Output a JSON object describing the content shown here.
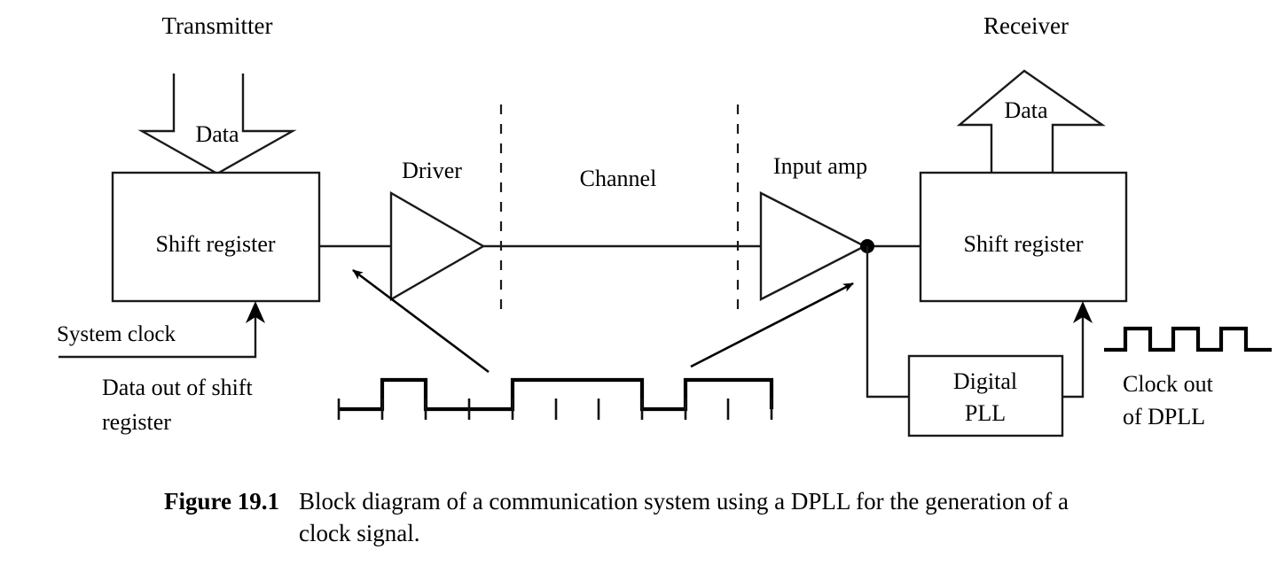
{
  "figure": {
    "number": "Figure 19.1",
    "caption": "Block diagram of a communication system using a DPLL for the generation of a clock signal."
  },
  "labels": {
    "transmitter": "Transmitter",
    "receiver": "Receiver",
    "data_in": "Data",
    "data_out": "Data",
    "shift_register_tx": "Shift register",
    "shift_register_rx": "Shift register",
    "driver": "Driver",
    "channel": "Channel",
    "input_amp": "Input amp",
    "system_clock": "System clock",
    "data_out_of_shift_register_line1": "Data out of shift",
    "data_out_of_shift_register_line2": "register",
    "digital_pll_line1": "Digital",
    "digital_pll_line2": "PLL",
    "clock_out_line1": "Clock out",
    "clock_out_line2": "of DPLL"
  },
  "colors": {
    "stroke": "#000000",
    "background": "#ffffff",
    "text": "#000000"
  },
  "chart_data": {
    "type": "line",
    "title": "Data out of shift register waveform",
    "xlabel": "",
    "ylabel": "",
    "grid": false,
    "legend": null,
    "note": "NRZ digital data waveform with bit-cell tick marks below the trace",
    "series": [
      {
        "name": "Data out of shift register",
        "bit_values": [
          0,
          1,
          0,
          0,
          1,
          1,
          1,
          0,
          1,
          1
        ],
        "tick_count": 11
      },
      {
        "name": "Clock out of DPLL",
        "bit_values": [
          0,
          1,
          0,
          1,
          0,
          1,
          0
        ],
        "pulse_count": 3
      }
    ]
  }
}
